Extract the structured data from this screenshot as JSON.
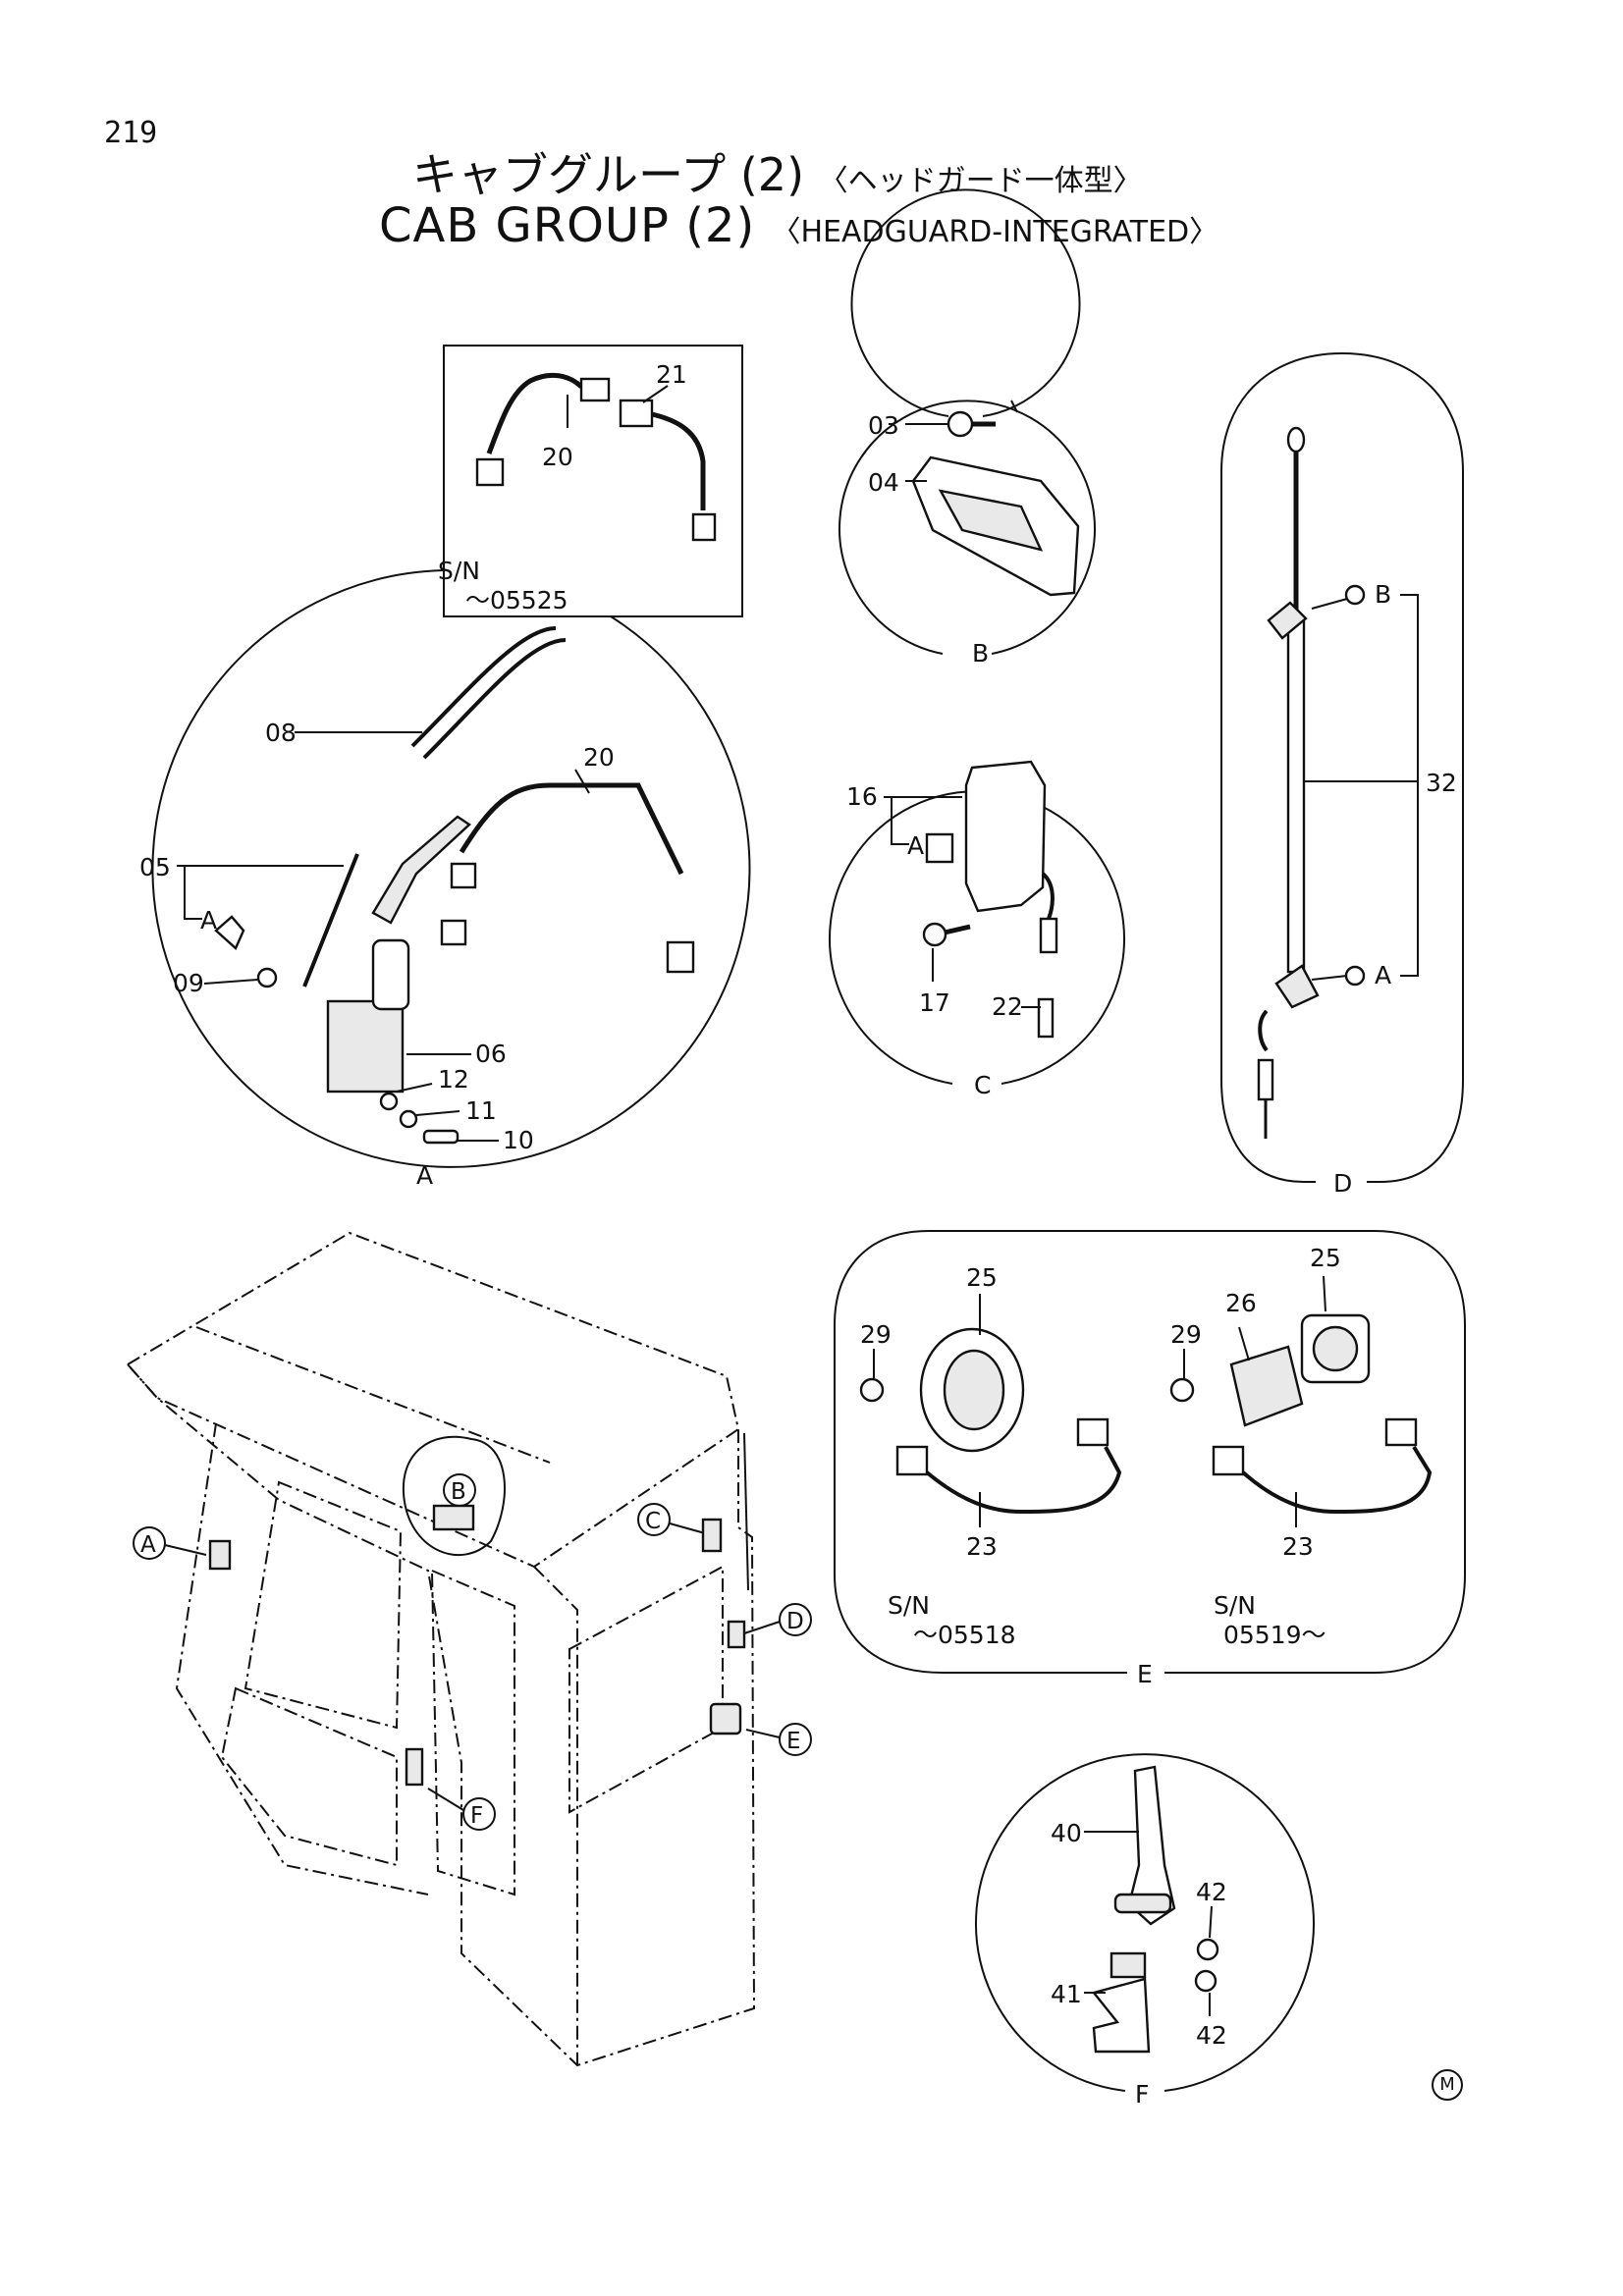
{
  "page_number": "219",
  "title_ja": "キャブグループ (2)",
  "title_ja_sub": "〈ヘッドガード一体型〉",
  "title_en": "CAB GROUP (2)",
  "title_en_sub": "〈HEADGUARD-INTEGRATED〉",
  "mark": "M",
  "inset": {
    "sn_label": "S/N",
    "sn_range": "～05525",
    "parts": [
      "20",
      "21"
    ]
  },
  "detail_a": {
    "label": "A",
    "parts": [
      "08",
      "20",
      "05",
      "A",
      "09",
      "06",
      "12",
      "11",
      "10"
    ]
  },
  "detail_b": {
    "label": "B",
    "parts": [
      "03",
      "04"
    ]
  },
  "detail_c": {
    "label": "C",
    "parts": [
      "16",
      "A",
      "17",
      "22"
    ]
  },
  "detail_d": {
    "label": "D",
    "parts": [
      "B",
      "32",
      "A"
    ]
  },
  "detail_e": {
    "label": "E",
    "left": {
      "parts": [
        "25",
        "29",
        "23"
      ],
      "sn_label": "S/N",
      "sn_range": "～05518"
    },
    "right": {
      "parts": [
        "25",
        "26",
        "29",
        "23"
      ],
      "sn_label": "S/N",
      "sn_range": "05519～"
    }
  },
  "detail_f": {
    "label": "F",
    "parts": [
      "40",
      "42",
      "41",
      "42"
    ]
  },
  "cab_callouts": [
    "A",
    "B",
    "C",
    "D",
    "E",
    "F"
  ]
}
